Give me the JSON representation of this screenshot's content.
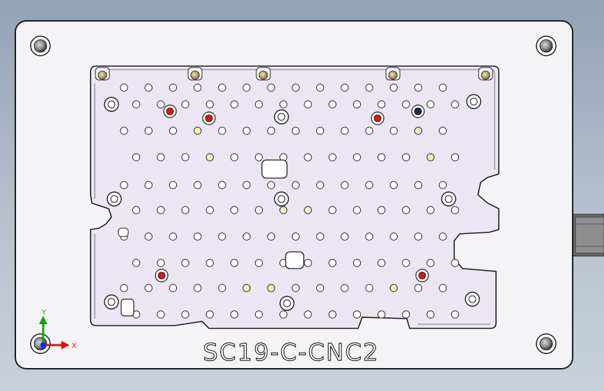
{
  "part_label": "SC19-C-CNC2",
  "triad": {
    "x_label": "X",
    "y_label": "Y"
  },
  "colors": {
    "background_top": "#93a2b6",
    "plate": "#f4f4f6",
    "pocket": "#ece6f3",
    "hole_open": "#ffffff",
    "hole_yellow": "#f3eeb8",
    "hole_red": "#cc1f1f",
    "hole_dark": "#1c2c4a",
    "triad_x": "#e01010",
    "triad_y": "#10a010",
    "triad_z": "#1030e0"
  }
}
